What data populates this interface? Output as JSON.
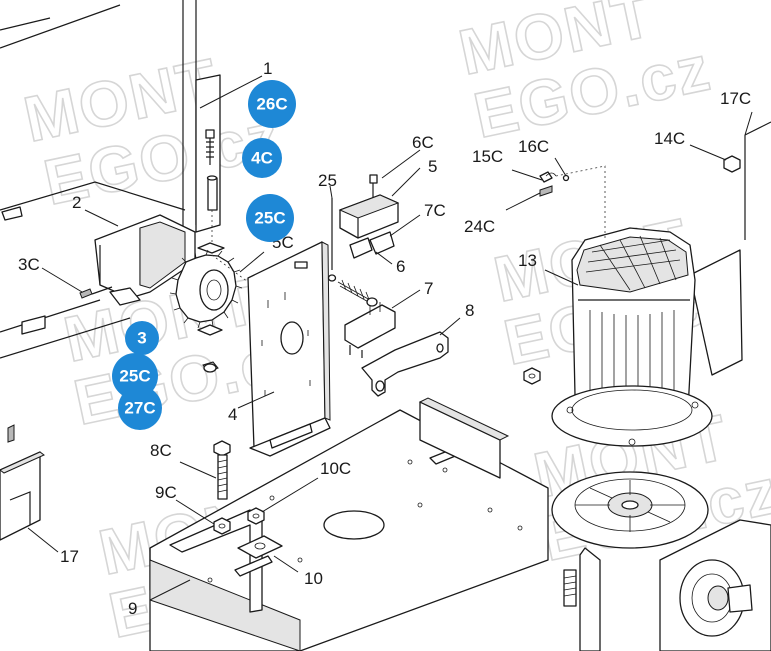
{
  "watermark": {
    "line1": "MONT",
    "line2": "EGO.cz"
  },
  "colors": {
    "badge": "#1e88d6",
    "line": "#1a1a1a",
    "watermark": "#cfcfcf"
  },
  "labels": {
    "p1": "1",
    "p2": "2",
    "p3c": "3C",
    "p4": "4",
    "p5": "5",
    "p5c": "5C",
    "p6": "6",
    "p6c": "6C",
    "p7": "7",
    "p7c": "7C",
    "p8": "8",
    "p8c": "8C",
    "p9": "9",
    "p9c": "9C",
    "p10": "10",
    "p10c": "10C",
    "p13": "13",
    "p14c": "14C",
    "p15c": "15C",
    "p16c": "16C",
    "p17": "17",
    "p17c": "17C",
    "p24c": "24C",
    "p25": "25"
  },
  "badges": {
    "b26c": "26C",
    "b4c": "4C",
    "b25c_top": "25C",
    "b3": "3",
    "b25c_low": "25C",
    "b27c": "27C"
  }
}
